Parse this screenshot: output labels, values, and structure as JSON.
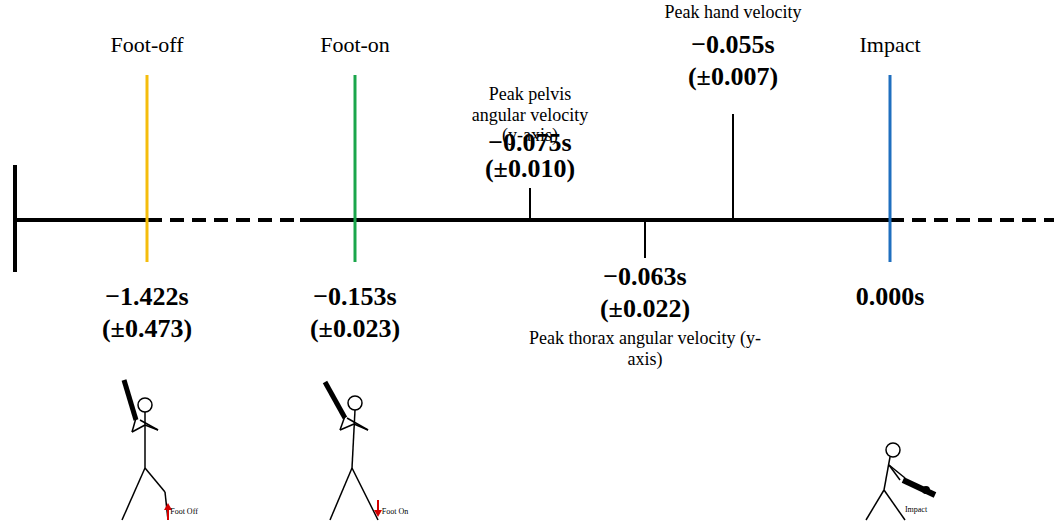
{
  "diagram": {
    "labels": [
      "Foot-off",
      "Foot-on",
      "Peak pelvis angular velocity (y-axis)",
      "−0.075s",
      "(±0.010)",
      "Peak hand velocity",
      "−0.055s",
      "(±0.007)",
      "Impact",
      "−0.063s",
      "(±0.022)",
      "Peak thorax angular velocity (y-axis)",
      "−1.422s",
      "(±0.473)",
      "−0.153s",
      "(±0.023)",
      "0.000s",
      "Foot Off",
      "Foot On",
      "Impact"
    ]
  }
}
